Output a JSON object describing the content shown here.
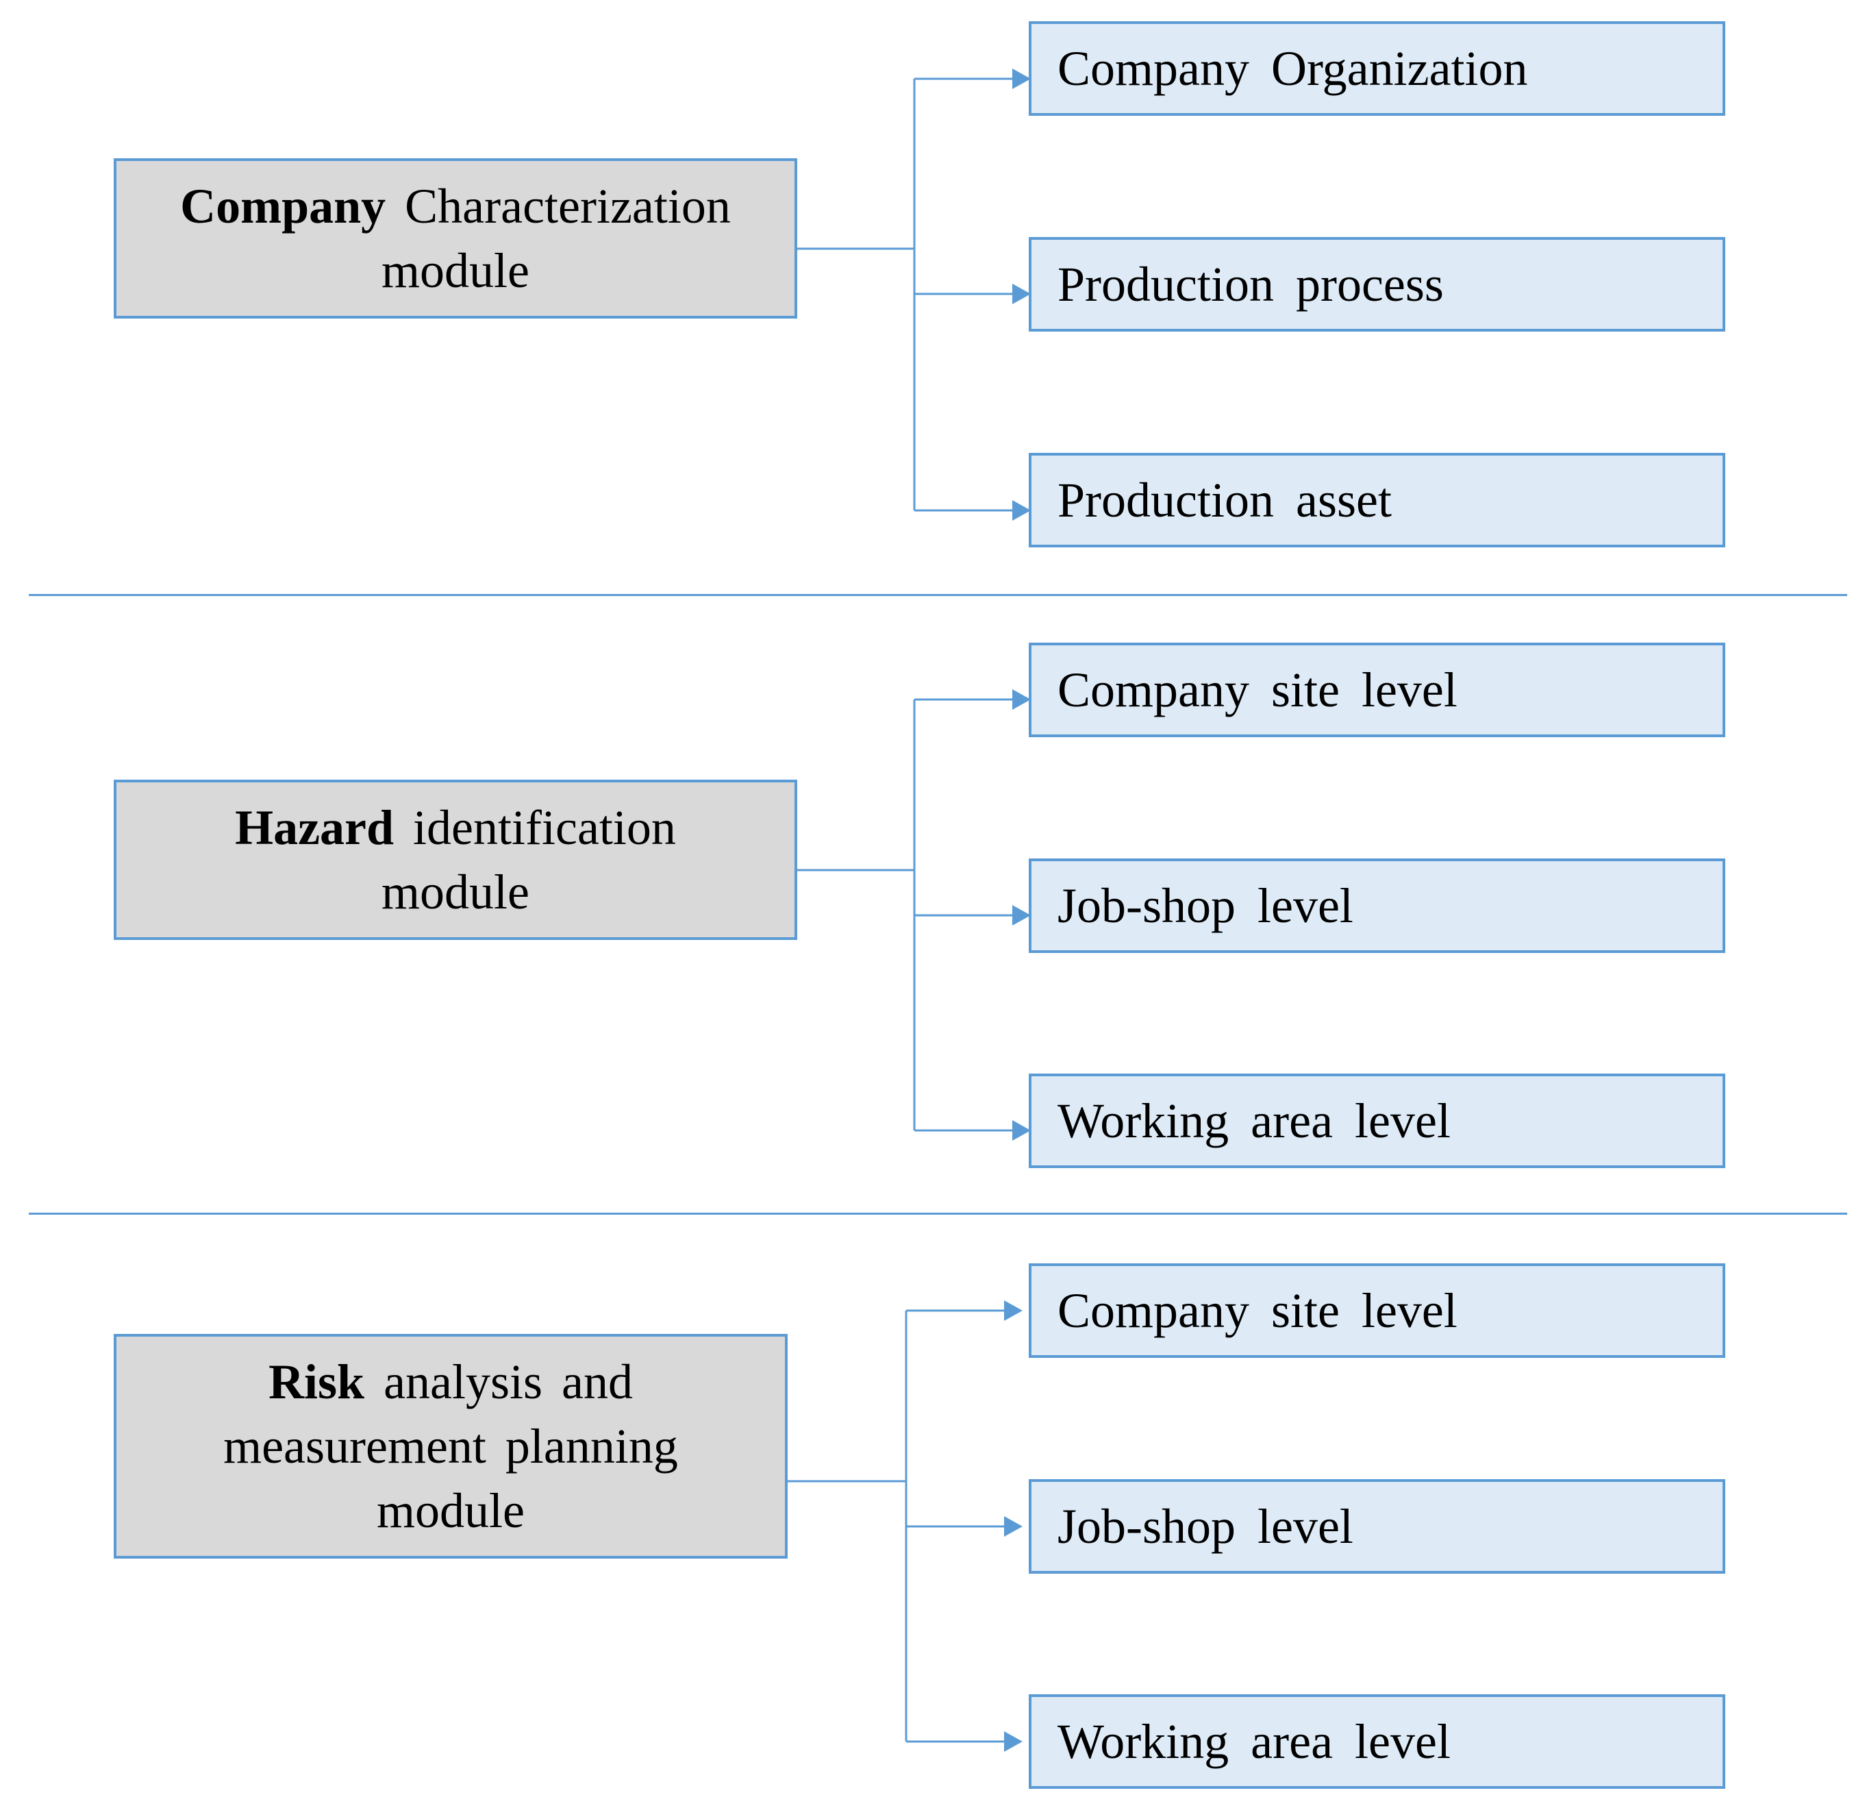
{
  "colors": {
    "module_fill": "#d9d9d9",
    "child_fill": "#deebf7",
    "border": "#5b9bd5",
    "connector": "#5b9bd5"
  },
  "sections": [
    {
      "module": {
        "strong": "Company",
        "rest": "Characterization",
        "line2": "module",
        "line3": ""
      },
      "children": [
        "Company Organization",
        "Production process",
        "Production asset"
      ]
    },
    {
      "module": {
        "strong": "Hazard",
        "rest": "identification",
        "line2": "module",
        "line3": ""
      },
      "children": [
        "Company site level",
        "Job-shop level",
        "Working area level"
      ]
    },
    {
      "module": {
        "strong": "Risk",
        "rest": "analysis and",
        "line2": "measurement planning",
        "line3": "module"
      },
      "children": [
        "Company site level",
        "Job-shop level",
        "Working area level"
      ]
    }
  ]
}
